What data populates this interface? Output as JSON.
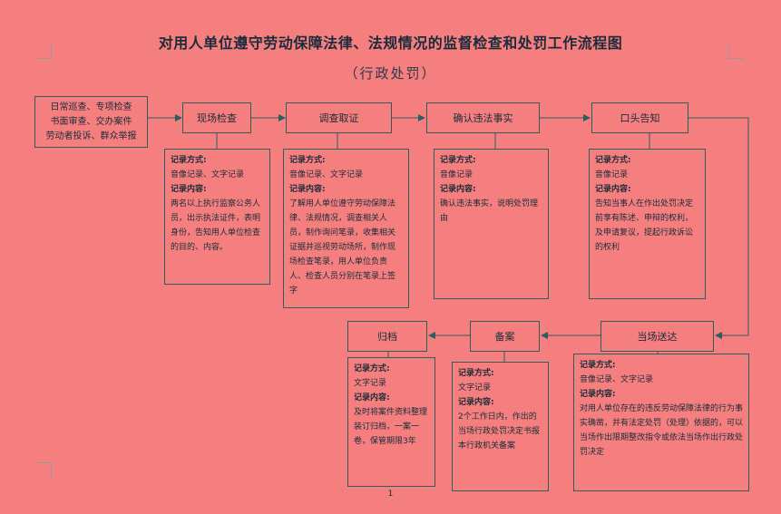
{
  "title": "对用人单位遵守劳动保障法律、法规情况的监督检查和处罚工作流程图",
  "subtitle": "（行政处罚）",
  "source": {
    "lines": [
      "日常巡查、专项检查",
      "书面审查、交办案件",
      "劳动者投诉、群众举报"
    ]
  },
  "steps": {
    "onsite": "现场检查",
    "investigate": "调查取证",
    "confirm": "确认违法事实",
    "oral": "口头告知",
    "deliver": "当场送达",
    "file_record": "备案",
    "archive": "归档"
  },
  "labels": {
    "method": "记录方式:",
    "content": "记录内容:"
  },
  "notes": {
    "onsite": {
      "method": "音像记录、文字记录",
      "content": "两名以上执行监察公务人员，出示执法证件，表明身份，告知用人单位检查的目的、内容。"
    },
    "investigate": {
      "method": "音像记录、文字记录",
      "content": "了解用人单位遵守劳动保障法律、法规情况，调查相关人员，制作询问笔录，收集相关证据并巡视劳动场所，制作现场检查笔录，用人单位负责人、检查人员分别在笔录上签字"
    },
    "confirm": {
      "method": "音像记录",
      "content": "确认违法事实，说明处罚理由"
    },
    "oral": {
      "method": "音像记录",
      "content": "告知当事人在作出处罚决定前享有陈述、申辩的权利，及申请复议，提起行政诉讼的权利"
    },
    "deliver": {
      "method": "音像记录、文字记录",
      "content": "对用人单位存在的违反劳动保障法律的行为事实确凿，并有法定处罚（处理）依据的，可以当场作出限期整改指令或依法当场作出行政处罚决定"
    },
    "file_record": {
      "method": "文字记录",
      "content": "2个工作日内，作出的当场行政处罚决定书报本行政机关备案"
    },
    "archive": {
      "method": "文字记录",
      "content": "及时将案件资料整理装订归档，一案一卷，保管期限3年"
    }
  },
  "page_number": "1",
  "colors": {
    "background": "#F47F7E",
    "line": "#2e5d5d"
  }
}
